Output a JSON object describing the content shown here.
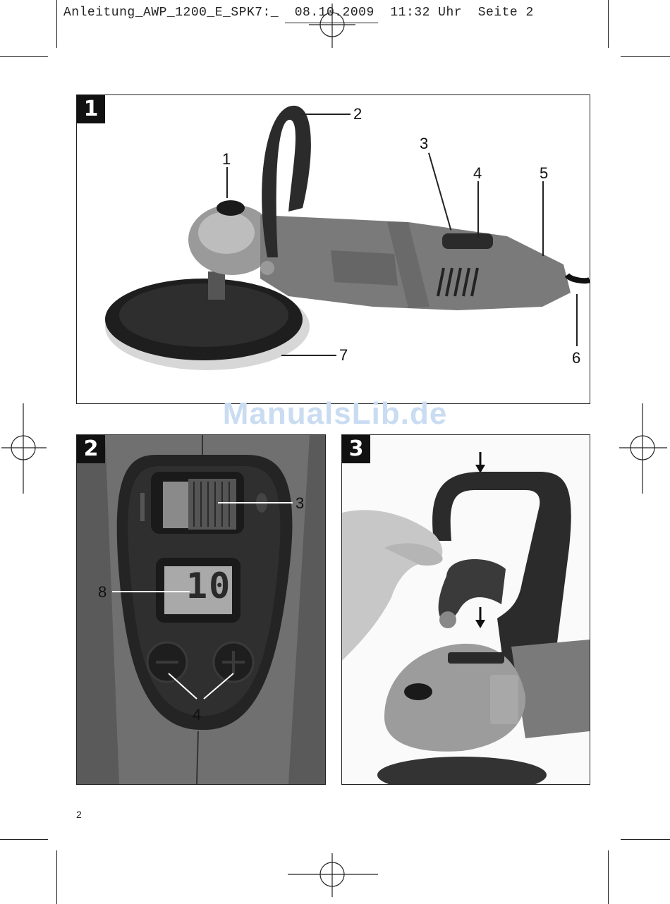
{
  "header": {
    "text": "Anleitung_AWP_1200_E_SPK7:_  08.10.2009  11:32 Uhr  Seite 2"
  },
  "watermark": "ManualsLib.de",
  "page_number": "2",
  "figures": [
    {
      "number": "1",
      "callouts": [
        "1",
        "2",
        "3",
        "4",
        "5",
        "6",
        "7"
      ]
    },
    {
      "number": "2",
      "callouts": [
        "3",
        "8",
        "4"
      ],
      "display_value": "10"
    },
    {
      "number": "3"
    }
  ],
  "colors": {
    "ink": "#111111",
    "tool_body": "#7a7a7a",
    "tool_dark": "#2b2b2b",
    "watermark": "#c9dcf2"
  }
}
